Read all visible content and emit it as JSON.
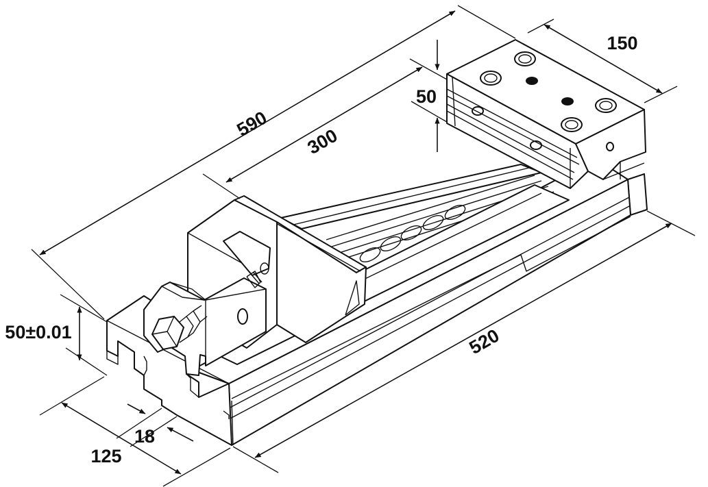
{
  "dimensions": {
    "overall_length": "590",
    "jaw_opening": "300",
    "jaw_height": "50",
    "jaw_width": "150",
    "base_length": "520",
    "base_height": "50±0.01",
    "slot_width": "18",
    "base_width": "125"
  },
  "colors": {
    "line": "#111111",
    "background": "#ffffff"
  }
}
